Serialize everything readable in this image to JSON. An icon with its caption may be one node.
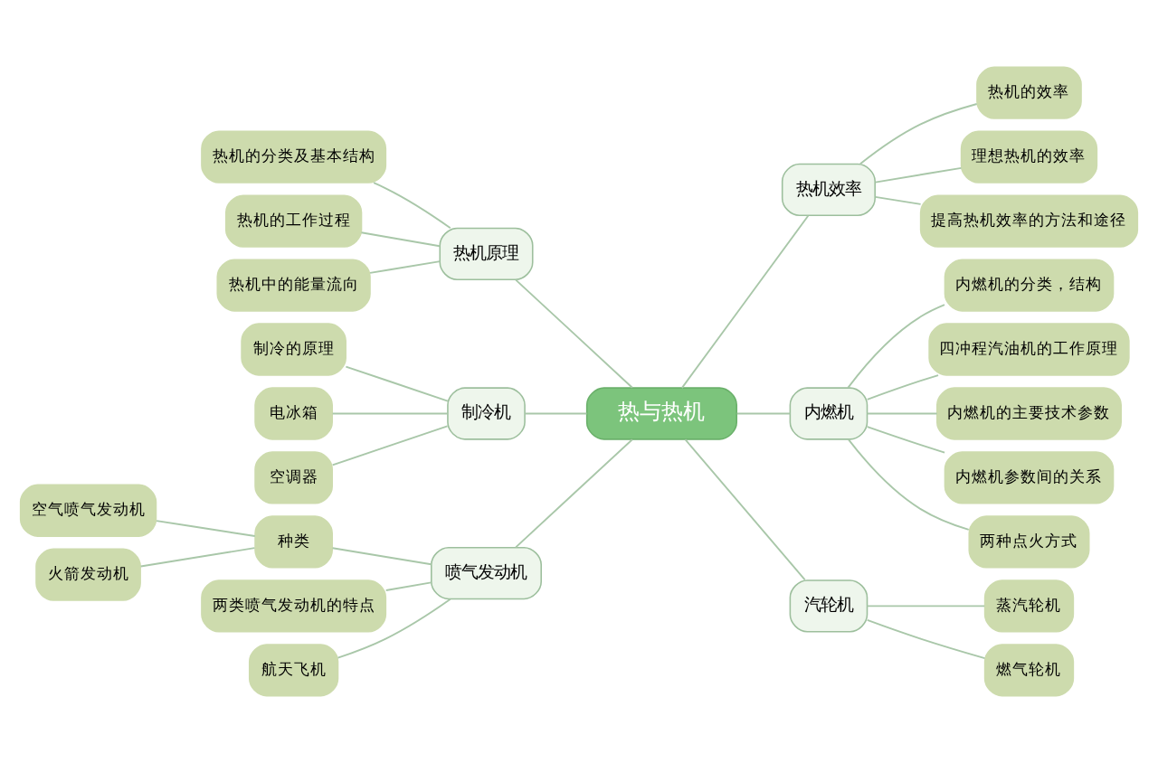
{
  "diagram": {
    "nodes": [
      {
        "text": [
          "热与热机"
        ]
      },
      {
        "text": [
          "热机原理"
        ]
      },
      {
        "text": [
          "热机的分类及基本结构"
        ]
      },
      {
        "text": [
          "热机的工作过程"
        ]
      },
      {
        "text": [
          "热机中的能量流向"
        ]
      },
      {
        "text": [
          "制冷机"
        ]
      },
      {
        "text": [
          "制冷的原理"
        ]
      },
      {
        "text": [
          "电冰箱"
        ]
      },
      {
        "text": [
          "空调器"
        ]
      },
      {
        "text": [
          "喷气发动机"
        ]
      },
      {
        "text": [
          "种类"
        ]
      },
      {
        "text": [
          "空气喷气发动机"
        ]
      },
      {
        "text": [
          "火箭发动机"
        ]
      },
      {
        "text": [
          "两类喷气发动机的特点"
        ]
      },
      {
        "text": [
          "航天飞机"
        ]
      },
      {
        "text": [
          "热机效率"
        ]
      },
      {
        "text": [
          "热机的效率"
        ]
      },
      {
        "text": [
          "理想热机的效率"
        ]
      },
      {
        "text": [
          "提高热机效率的方法和途径"
        ]
      },
      {
        "text": [
          "内燃机"
        ]
      },
      {
        "text": [
          "内燃机的分类，结构"
        ]
      },
      {
        "text": [
          "四冲程汽油机的工作原理"
        ]
      },
      {
        "text": [
          "内燃机的主要技术参数"
        ]
      },
      {
        "text": [
          "内燃机参数间的关系"
        ]
      },
      {
        "text": [
          "两种点火方式"
        ]
      },
      {
        "text": [
          "汽轮机"
        ]
      },
      {
        "text": [
          "蒸汽轮机"
        ]
      },
      {
        "text": [
          "燃气轮机"
        ]
      }
    ],
    "edges": [
      {
        "from": 0,
        "to": 1,
        "arrow": "none"
      },
      {
        "from": 1,
        "to": 2,
        "arrow": "none"
      },
      {
        "from": 1,
        "to": 3,
        "arrow": "none"
      },
      {
        "from": 1,
        "to": 4,
        "arrow": "none"
      },
      {
        "from": 0,
        "to": 5,
        "arrow": "none"
      },
      {
        "from": 5,
        "to": 6,
        "arrow": "none"
      },
      {
        "from": 5,
        "to": 7,
        "arrow": "none"
      },
      {
        "from": 5,
        "to": 8,
        "arrow": "none"
      },
      {
        "from": 0,
        "to": 9,
        "arrow": "none"
      },
      {
        "from": 9,
        "to": 10,
        "arrow": "none"
      },
      {
        "from": 10,
        "to": 11,
        "arrow": "none"
      },
      {
        "from": 10,
        "to": 12,
        "arrow": "none"
      },
      {
        "from": 9,
        "to": 13,
        "arrow": "none"
      },
      {
        "from": 9,
        "to": 14,
        "arrow": "none"
      },
      {
        "from": 0,
        "to": 15,
        "arrow": "none"
      },
      {
        "from": 15,
        "to": 16,
        "arrow": "none"
      },
      {
        "from": 15,
        "to": 17,
        "arrow": "none"
      },
      {
        "from": 15,
        "to": 18,
        "arrow": "none"
      },
      {
        "from": 0,
        "to": 19,
        "arrow": "none"
      },
      {
        "from": 19,
        "to": 20,
        "arrow": "none"
      },
      {
        "from": 19,
        "to": 21,
        "arrow": "none"
      },
      {
        "from": 19,
        "to": 22,
        "arrow": "none"
      },
      {
        "from": 19,
        "to": 23,
        "arrow": "none"
      },
      {
        "from": 19,
        "to": 24,
        "arrow": "none"
      },
      {
        "from": 0,
        "to": 25,
        "arrow": "none"
      },
      {
        "from": 25,
        "to": 26,
        "arrow": "none"
      },
      {
        "from": 25,
        "to": 27,
        "arrow": "none"
      }
    ]
  }
}
